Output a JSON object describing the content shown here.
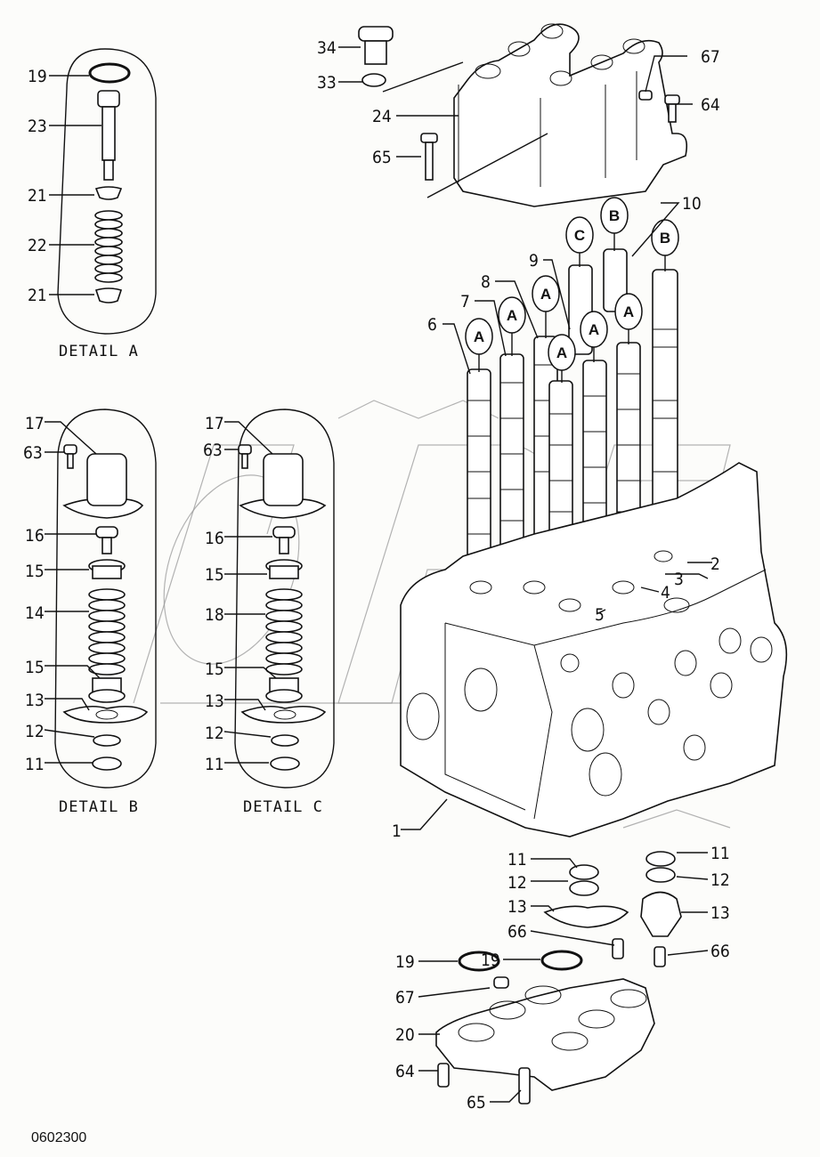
{
  "diagram": {
    "reference_code": "0602300",
    "details": [
      {
        "id": "A",
        "title": "DETAIL  A",
        "items": [
          "19",
          "23",
          "21",
          "22",
          "21"
        ]
      },
      {
        "id": "B",
        "title": "DETAIL  B",
        "items": [
          "17",
          "63",
          "16",
          "15",
          "14",
          "15",
          "13",
          "12",
          "11"
        ]
      },
      {
        "id": "C",
        "title": "DETAIL  C",
        "items": [
          "17",
          "63",
          "16",
          "15",
          "18",
          "15",
          "13",
          "12",
          "11"
        ]
      }
    ],
    "main_labels": {
      "p34": "34",
      "p33": "33",
      "p24": "24",
      "p65": "65",
      "p67": "67",
      "p64": "64",
      "p10": "10",
      "p9": "9",
      "p8": "8",
      "p7": "7",
      "p6": "6",
      "p2": "2",
      "p3": "3",
      "p4": "4",
      "p5": "5",
      "p1": "1",
      "p11a": "11",
      "p12a": "12",
      "p13a": "13",
      "p66a": "66",
      "p11b": "11",
      "p12b": "12",
      "p13b": "13",
      "p66b": "66",
      "p19a": "19",
      "p19b": "19",
      "p67b": "67",
      "p20": "20",
      "p64b": "64",
      "p65b": "65"
    },
    "bubbles": {
      "b6": "A",
      "b7": "A",
      "b8": "A",
      "b9": "C",
      "b10a": "B",
      "b10b": "B",
      "b_mid": "A",
      "b_r1": "A",
      "b_r2": "A"
    },
    "watermark": "OPEX"
  }
}
